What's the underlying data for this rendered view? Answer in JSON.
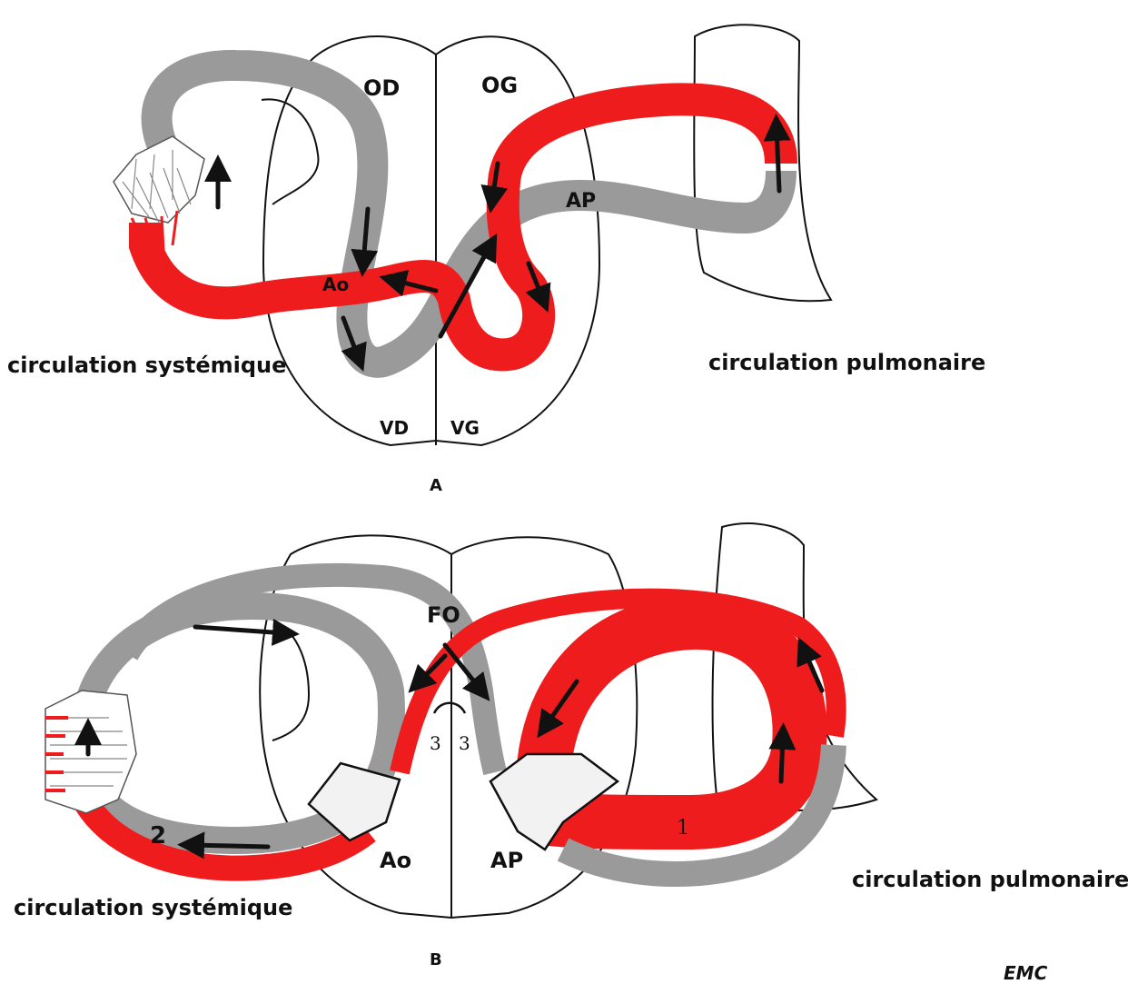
{
  "colors": {
    "oxygenated": "#ee1c1c",
    "deoxygenated": "#9a9a9a",
    "outline": "#111111"
  },
  "panel_a": {
    "letter": "A",
    "labels": {
      "od": "OD",
      "og": "OG",
      "ap": "AP",
      "ao": "Ao",
      "vd": "VD",
      "vg": "VG",
      "systemic": "circulation systémique",
      "pulmonary": "circulation pulmonaire"
    }
  },
  "panel_b": {
    "letter": "B",
    "labels": {
      "fo": "FO",
      "three_left": "3",
      "three_right": "3",
      "ao": "Ao",
      "ap": "AP",
      "one": "1",
      "two": "2",
      "systemic": "circulation systémique",
      "pulmonary": "circulation pulmonaire"
    }
  },
  "credit": "EMC"
}
